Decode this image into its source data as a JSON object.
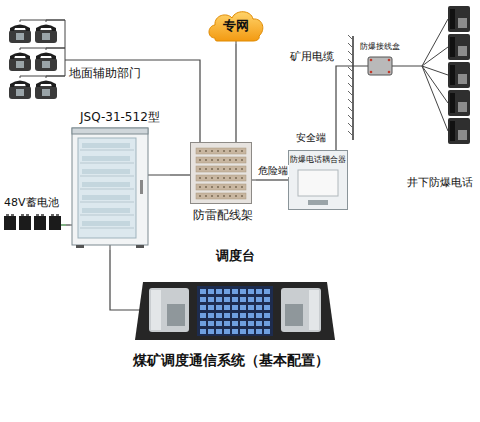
{
  "diagram": {
    "caption": "煤矿调度通信系统（基本配置）",
    "nodes": [
      {
        "text": [
          "地面辅助部门"
        ]
      },
      {
        "text": [
          "JSQ-31-512型"
        ]
      },
      {
        "text": [
          "48V蓄电池"
        ]
      },
      {
        "text": [
          "专网"
        ]
      },
      {
        "text": [
          "防雷配线架"
        ]
      },
      {
        "text": [
          "防爆电话耦合器"
        ]
      },
      {
        "text": [
          "防爆接线盒"
        ]
      },
      {
        "text": [
          "井下防爆电话"
        ]
      },
      {
        "text": [
          "调度台"
        ]
      }
    ],
    "edges": [
      {
        "from": 0,
        "to": 4,
        "arrow": "none"
      },
      {
        "from": 1,
        "to": 4,
        "arrow": "none"
      },
      {
        "from": 2,
        "to": 1,
        "arrow": "none"
      },
      {
        "from": 3,
        "to": 4,
        "arrow": "none"
      },
      {
        "from": 4,
        "to": 5,
        "label": "危险端",
        "arrow": "none"
      },
      {
        "from": 5,
        "to": 6,
        "label": "矿用电缆",
        "arrow": "none"
      },
      {
        "from": 6,
        "to": 7,
        "arrow": "none"
      },
      {
        "from": 1,
        "to": 8,
        "arrow": "none"
      }
    ],
    "labels": [
      "安全端"
    ]
  }
}
